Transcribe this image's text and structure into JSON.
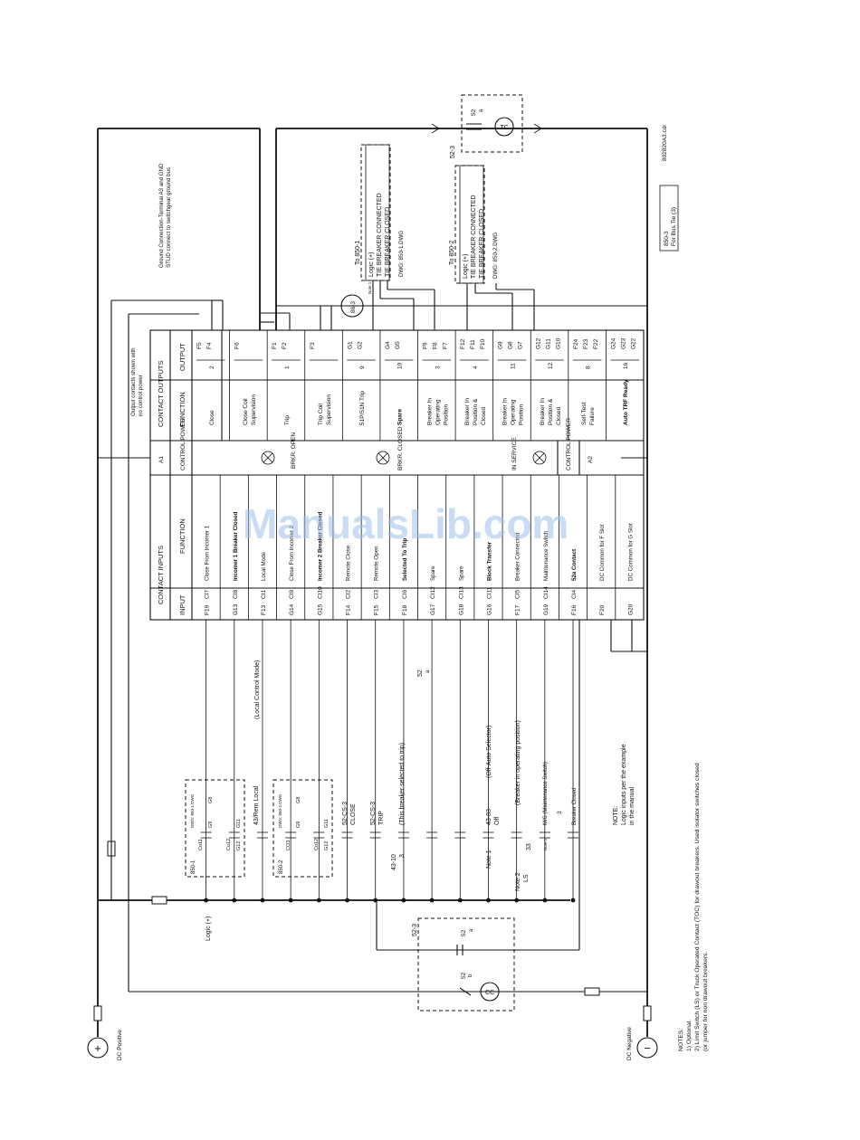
{
  "ground_note": [
    "Ground Connection-Terminal A3 and GND",
    "STUD connect to switchgear ground bus"
  ],
  "output_note": [
    "Output contacts shown with",
    "no control power"
  ],
  "dwg_name": "892820A3.cdr",
  "title_block": [
    "850-3",
    "For Bus Tie (3)"
  ],
  "watermark": "ManualsLib.com",
  "contact_outputs": {
    "title": "CONTACT OUTPUTS",
    "col_function": "FUNCTION",
    "col_output": "OUTPUT",
    "rows": [
      {
        "function": "Close",
        "terms": [
          "F5",
          "F4"
        ],
        "num": "2"
      },
      {
        "function": "Close Coil Supervision",
        "terms": [
          "F6"
        ],
        "num": ""
      },
      {
        "function": "Trip",
        "terms": [
          "F1",
          "F2"
        ],
        "num": "1"
      },
      {
        "function": "Trip Coil Supervision",
        "terms": [
          "F3"
        ],
        "num": ""
      },
      {
        "function": "51P/51N Trip",
        "terms": [
          "G1",
          "G2"
        ],
        "num": "9"
      },
      {
        "function": "Spare",
        "terms": [
          "G4",
          "G5"
        ],
        "num": "10"
      },
      {
        "function": "Breaker In Operating Position",
        "terms": [
          "F9",
          "F8",
          "F7"
        ],
        "num": "3"
      },
      {
        "function": "Breaker In Position & Closed",
        "terms": [
          "F12",
          "F11",
          "F10"
        ],
        "num": "4"
      },
      {
        "function": "Breaker In Operating Position",
        "terms": [
          "G9",
          "G8",
          "G7"
        ],
        "num": "11"
      },
      {
        "function": "Breaker In Position & Closed",
        "terms": [
          "G12",
          "G11",
          "G10"
        ],
        "num": "12"
      },
      {
        "function": "Self-Test Failure",
        "terms": [
          "F24",
          "F23",
          "F22"
        ],
        "num": "8"
      },
      {
        "function": "Auto TRF Ready",
        "terms": [
          "G24",
          "G23",
          "G22"
        ],
        "num": "16"
      }
    ]
  },
  "control_power": {
    "label": "CONTROL POWER",
    "a1": "A1",
    "a2": "A2"
  },
  "indicators": [
    "BRKR. OPEN",
    "BRKR. CLOSED",
    "IN SERVICE"
  ],
  "contact_inputs": {
    "title": "CONTACT INPUTS",
    "col_input": "INPUT",
    "col_function": "FUNCTION",
    "rows": [
      {
        "term": "F19",
        "ci": "CI7",
        "function": "Close From Incomer 1"
      },
      {
        "term": "G13",
        "ci": "CI8",
        "function": "Incomer 1 Breaker Closed"
      },
      {
        "term": "F13",
        "ci": "CI1",
        "function": "Local Mode"
      },
      {
        "term": "G14",
        "ci": "CI9",
        "function": "Close From Incomer 2"
      },
      {
        "term": "G15",
        "ci": "CI10",
        "function": "Incomer 2 Breaker Closed"
      },
      {
        "term": "F14",
        "ci": "CI2",
        "function": "Remote Close"
      },
      {
        "term": "F15",
        "ci": "CI3",
        "function": "Remote Open"
      },
      {
        "term": "F18",
        "ci": "CI6",
        "function": "Selected To Trip"
      },
      {
        "term": "G17",
        "ci": "CI12",
        "function": "Spare"
      },
      {
        "term": "G18",
        "ci": "CI13",
        "function": "Spare"
      },
      {
        "term": "G16",
        "ci": "CI11",
        "function": "Block Transfer"
      },
      {
        "term": "F17",
        "ci": "CI5",
        "function": "Breaker Connected"
      },
      {
        "term": "G19",
        "ci": "CI14",
        "function": "Maintenance Switch"
      },
      {
        "term": "F16",
        "ci": "CI4",
        "function": "52a Contact"
      },
      {
        "term": "F20",
        "ci": "",
        "function": "DC Common for F Slot"
      },
      {
        "term": "G20",
        "ci": "",
        "function": "DC Common for G Slot"
      }
    ]
  },
  "relay_boxes": [
    {
      "name": "To 850-1",
      "lines": [
        "Logic (+)",
        "TIE BREAKER CONNECTED",
        "TIE BREAKER CLOSED"
      ],
      "dwg": "DWG: 850-1.DWG"
    },
    {
      "name": "To 850-2",
      "lines": [
        "Logic (+)",
        "TIE BREAKER CONNECTED",
        "TIE BREAKER CLOSED"
      ],
      "dwg": "DWG: 850-2.DWG"
    }
  ],
  "trip_coil": {
    "label": "TC",
    "contact": "52",
    "contact_sub": "a",
    "ref": "52-3"
  },
  "close_coil": {
    "label": "CC",
    "contact": "52",
    "contact_sub": "b",
    "ref": "52-3",
    "contact2": "52",
    "contact2_sub": "a"
  },
  "lockout": {
    "label": "86-3",
    "note": "Note 1"
  },
  "lower_labels": {
    "logic": "Logic (+)",
    "box1": {
      "name": "850-1",
      "dwg": "DWG: 850-1.DWG",
      "terms": [
        "Co11",
        "G9",
        "G8",
        "Co12",
        "G12",
        "G11"
      ]
    },
    "box2": {
      "name": "850-2",
      "dwg": "DWG: 850-2.DWG",
      "terms": [
        "CO3",
        "G9",
        "G8",
        "Co12",
        "G12",
        "G11"
      ]
    },
    "sw_local": "43/Rem Local",
    "sw_local_mode": "(Local Control Mode)",
    "cs_close": [
      "52-CS-3",
      "CLOSE"
    ],
    "cs_trip": [
      "52-CS-3",
      "TRIP"
    ],
    "sel_trip": [
      "43-10",
      "3"
    ],
    "sel_trip_note": "(This breaker selected to trip)",
    "contact_52a": [
      "52",
      "a"
    ],
    "off_auto": [
      "43-83",
      "Off"
    ],
    "off_auto_note": "(Off-Auto Selector)",
    "note1": "Note 1",
    "note2": [
      "Note 2",
      "LS"
    ],
    "op_pos": "(Breaker in operating position)",
    "ls_num": "33",
    "ms": "M/S (Maintenance Switch)",
    "ms_note": "Note 1",
    "ms_num": "3",
    "brk_closed": "Breaker Closed",
    "note_inputs": [
      "NOTE:",
      "Logic inputs per the example",
      "in the manual"
    ]
  },
  "dc_positive": {
    "symbol": "+",
    "label": "DC Positive"
  },
  "dc_negative": {
    "symbol": "−",
    "label": "DC Negative"
  },
  "notes": [
    "NOTES:",
    "1) Optional.",
    "2) Limit Switch (LS) or Truck Operated Contact (TOC) for drawout breakers. Used isolator switches closed",
    "(or jumper for non drawout breakers."
  ]
}
